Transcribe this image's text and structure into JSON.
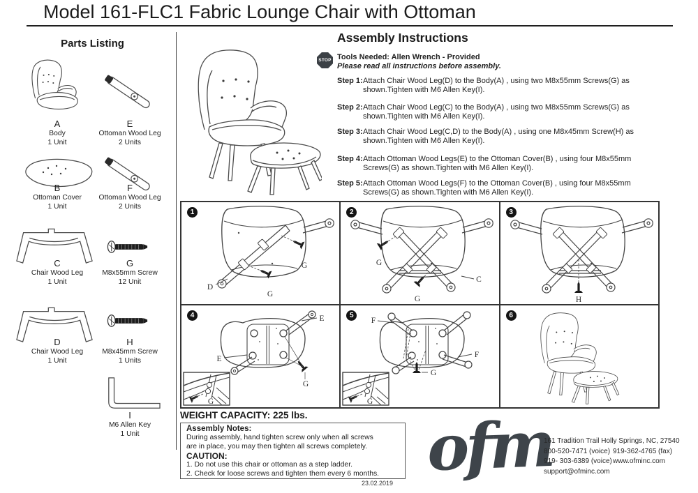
{
  "title": "Model 161-FLC1 Fabric Lounge Chair with Ottoman",
  "colors": {
    "ink": "#222222",
    "line": "#3a3a3a",
    "logo": "#3e444a"
  },
  "parts_listing": {
    "heading": "Parts Listing",
    "parts": [
      {
        "letter": "A",
        "name": "Body",
        "count": "1 Unit",
        "icon": "chair-body"
      },
      {
        "letter": "E",
        "name": "Ottoman Wood Leg",
        "count": "2 Units",
        "icon": "wood-leg"
      },
      {
        "letter": "B",
        "name": "Ottoman Cover",
        "count": "1 Unit",
        "icon": "ottoman-cover"
      },
      {
        "letter": "F",
        "name": "Ottoman Wood Leg",
        "count": "2 Units",
        "icon": "wood-leg"
      },
      {
        "letter": "C",
        "name": "Chair Wood Leg",
        "count": "1 Unit",
        "icon": "chair-leg-frame"
      },
      {
        "letter": "G",
        "name": "M8x55mm Screw",
        "count": "12 Unit",
        "icon": "screw"
      },
      {
        "letter": "D",
        "name": "Chair Wood Leg",
        "count": "1 Unit",
        "icon": "chair-leg-frame"
      },
      {
        "letter": "H",
        "name": "M8x45mm Screw",
        "count": "1 Units",
        "icon": "screw"
      },
      {
        "letter": "I",
        "name": "M6 Allen Key",
        "count": "1 Unit",
        "icon": "allen-key"
      }
    ]
  },
  "assembly": {
    "heading": "Assembly Instructions",
    "stop_label": "STOP",
    "tools_needed": "Tools Needed: Allen Wrench - Provided",
    "read_notice": "Please read all instructions before assembly.",
    "steps": [
      {
        "label": "Step 1:",
        "text": "Attach Chair Wood Leg(D) to the Body(A) , using two M8x55mm Screws(G) as shown.Tighten with M6 Allen Key(I)."
      },
      {
        "label": "Step 2:",
        "text": "Attach Chair Wood Leg(C) to the Body(A) , using two M8x55mm Screws(G) as shown.Tighten with M6 Allen Key(I)."
      },
      {
        "label": "Step 3:",
        "text": "Attach Chair Wood Leg(C,D) to the Body(A) , using one M8x45mm Screw(H) as shown.Tighten with M6 Allen Key(I)."
      },
      {
        "label": "Step 4:",
        "text": "Attach Ottoman Wood Legs(E) to the Ottoman Cover(B) , using four M8x55mm Screws(G) as shown.Tighten with M6 Allen Key(I)."
      },
      {
        "label": "Step 5:",
        "text": "Attach Ottoman Wood Legs(F) to the Ottoman Cover(B) , using four M8x55mm Screws(G) as shown.Tighten with M6 Allen Key(I)."
      }
    ]
  },
  "panels": [
    {
      "number": "1",
      "labels": [
        "D",
        "G",
        "G"
      ]
    },
    {
      "number": "2",
      "labels": [
        "G",
        "G",
        "C"
      ]
    },
    {
      "number": "3",
      "labels": [
        "H"
      ]
    },
    {
      "number": "4",
      "labels": [
        "E",
        "E",
        "G",
        "G"
      ]
    },
    {
      "number": "5",
      "labels": [
        "F",
        "F",
        "G",
        "G"
      ]
    },
    {
      "number": "6",
      "labels": []
    }
  ],
  "footer": {
    "weight_capacity": "WEIGHT CAPACITY: 225 lbs.",
    "notes_heading": "Assembly Notes:",
    "notes_line1": "During assembly, hand tighten screw only when all screws",
    "notes_line2": "are in place, you may then tighten all screws completely.",
    "caution_heading": "CAUTION:",
    "caution_line1": "1. Do not use this chair or ottoman as a step ladder.",
    "caution_line2": "2. Check for loose screws and tighten them every 6 months.",
    "date": "23.02.2019",
    "logo": "ofm",
    "contact": {
      "address": "161 Tradition Trail  Holly Springs, NC, 27540",
      "phone1": "800-520-7471 (voice)",
      "fax": "919-362-4765 (fax)",
      "phone2": "919- 303-6389 (voice)",
      "website": "www.ofminc.com",
      "email": "support@ofminc.com"
    }
  }
}
